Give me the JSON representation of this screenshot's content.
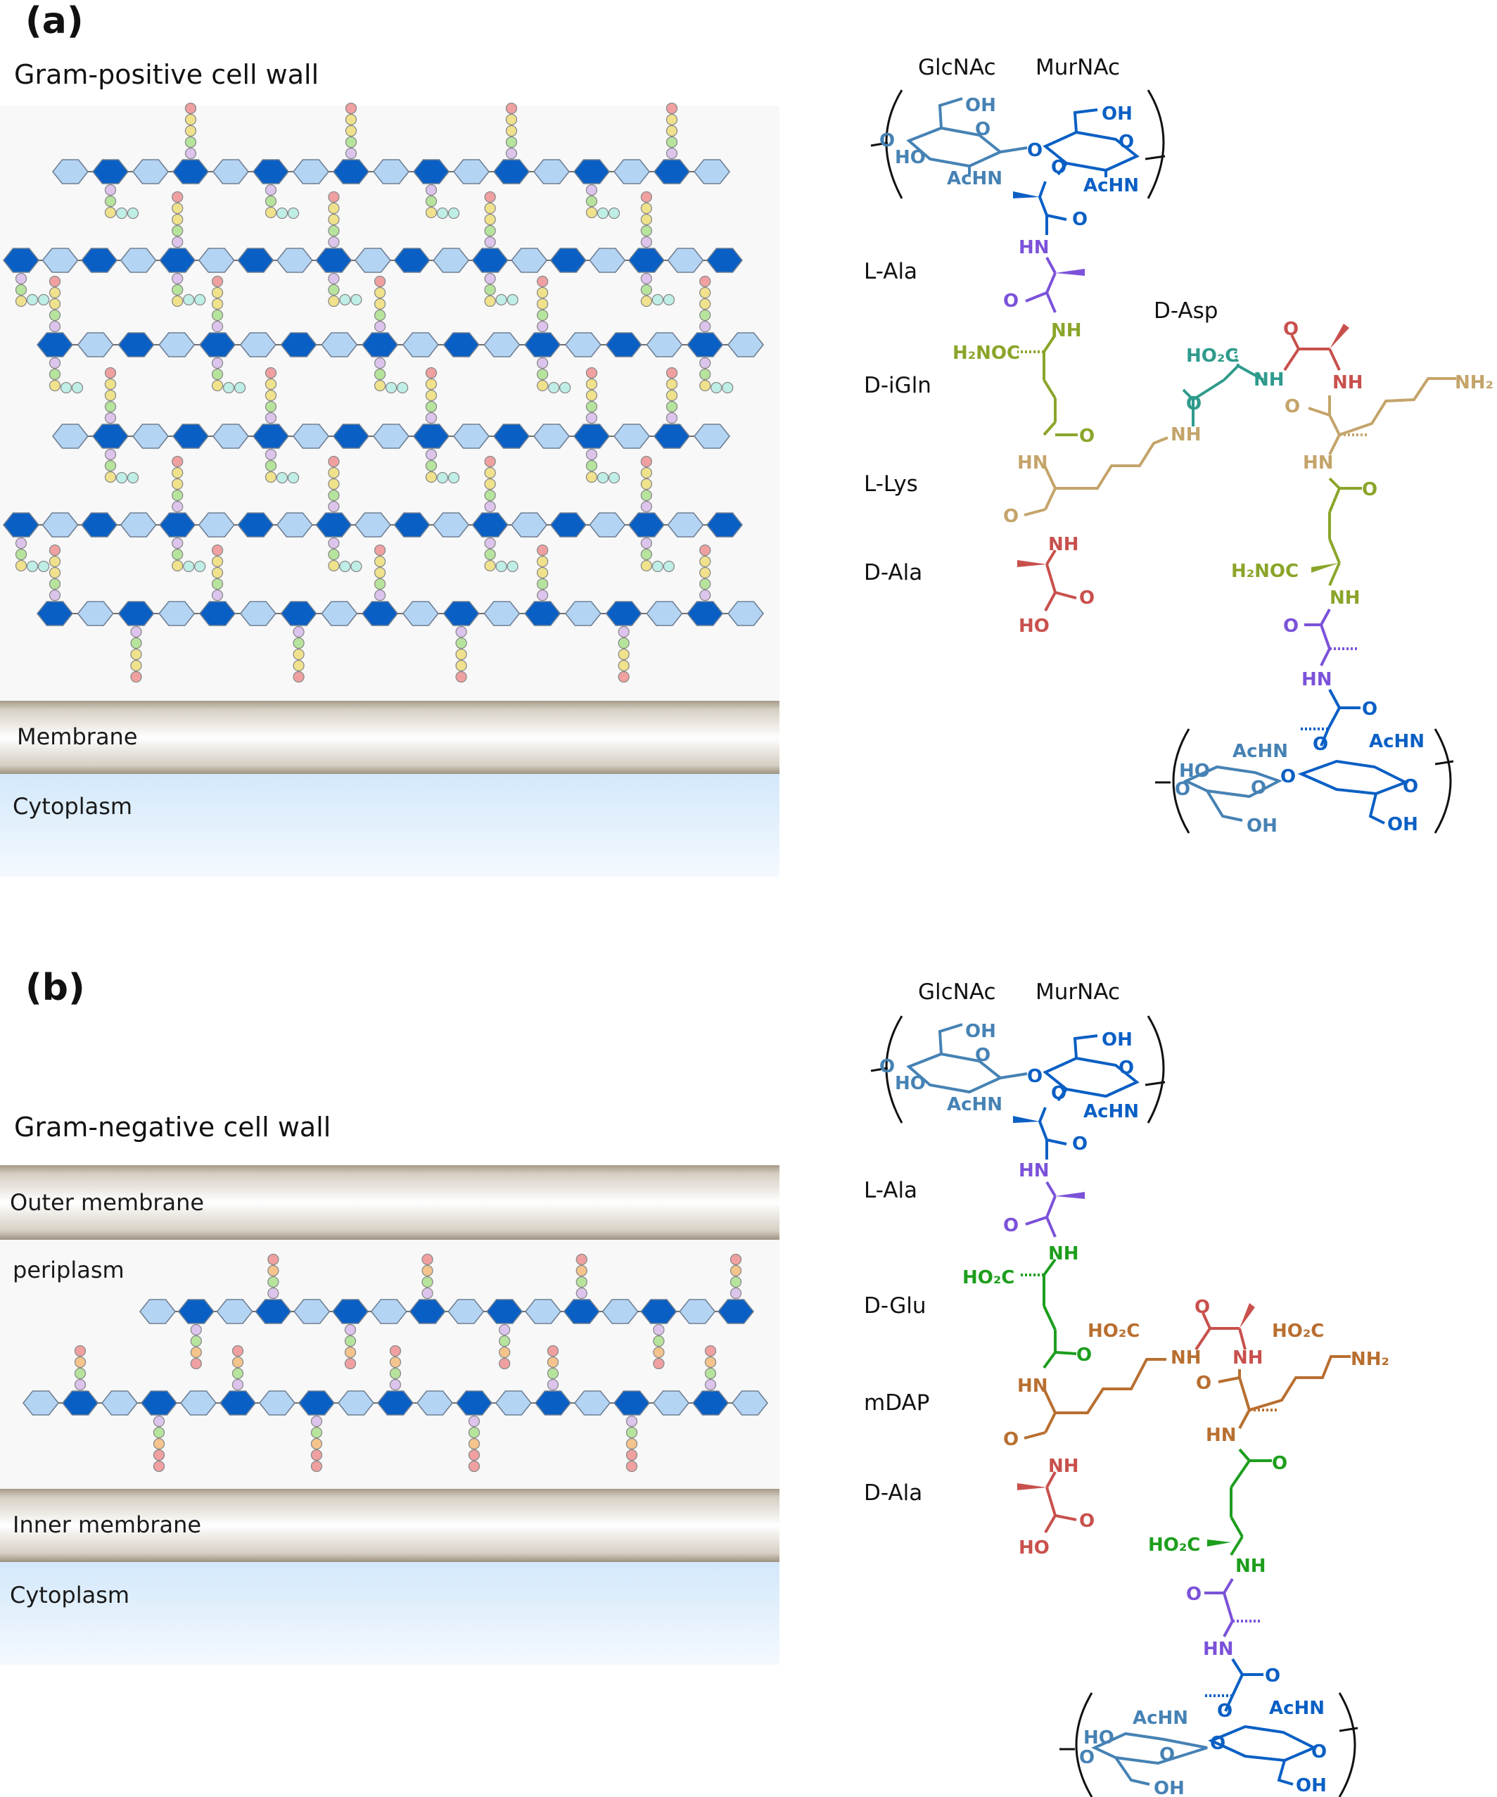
{
  "panel_a": {
    "letter": "(a)",
    "title": "Gram-positive cell wall",
    "layers": {
      "membrane": "Membrane",
      "cytoplasm": "Cytoplasm"
    },
    "sugars": {
      "left": "GlcNAc",
      "right": "MurNAc"
    },
    "residues": [
      "L-Ala",
      "D-iGln",
      "L-Lys",
      "D-Ala"
    ],
    "bridge": "D-Asp"
  },
  "panel_b": {
    "letter": "(b)",
    "title": "Gram-negative cell wall",
    "layers": {
      "outer": "Outer membrane",
      "periplasm": "periplasm",
      "inner": "Inner membrane",
      "cytoplasm": "Cytoplasm"
    },
    "sugars": {
      "left": "GlcNAc",
      "right": "MurNAc"
    },
    "residues": [
      "L-Ala",
      "D-Glu",
      "mDAP",
      "D-Ala"
    ]
  },
  "chem": {
    "OH": "OH",
    "HO": "HO",
    "O": "O",
    "AcHN": "AcHN",
    "HN": "HN",
    "NH": "NH",
    "H2NOC": "H₂NOC",
    "HO2C": "HO₂C",
    "NH2": "NH₂"
  },
  "colors": {
    "glcnac": "#4682b4",
    "murnac": "#0a5fc4",
    "ala": "#7b52d9",
    "iGln": "#8aa52a",
    "lys": "#c4a46a",
    "dAla": "#c8504c",
    "asp": "#2e9a8c",
    "glu": "#1d9e1d",
    "dap": "#b86f30",
    "hex_light": "#b4d4f4",
    "hex_dark": "#0a5fc4",
    "bead_red": "#f0a0a0",
    "bead_yellow": "#f0e28c",
    "bead_green": "#b6e49c",
    "bead_lilac": "#dcc4ec",
    "bead_orange": "#f4c48c",
    "bead_cyan": "#bfeee6"
  }
}
